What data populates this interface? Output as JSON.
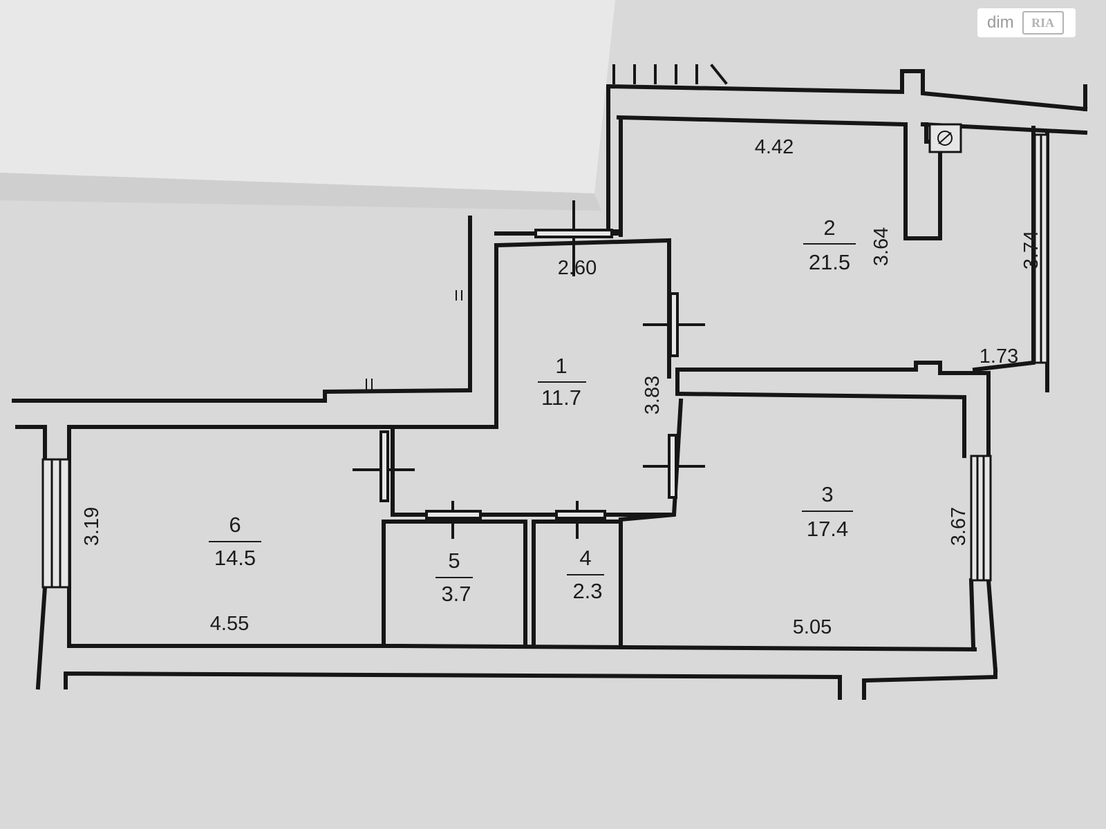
{
  "watermark": {
    "text": "dim",
    "logo_text": "RIA"
  },
  "rooms": [
    {
      "number": "1",
      "area": "11.7"
    },
    {
      "number": "2",
      "area": "21.5"
    },
    {
      "number": "3",
      "area": "17.4"
    },
    {
      "number": "4",
      "area": "2.3"
    },
    {
      "number": "5",
      "area": "3.7"
    },
    {
      "number": "6",
      "area": "14.5"
    }
  ],
  "dimensions": {
    "room1_width": "2.60",
    "room1_height": "3.83",
    "room2_width": "4.42",
    "room2_height": "3.64",
    "room2_height_right": "3.74",
    "room2_notch": "1.73",
    "room3_width": "5.05",
    "room3_height": "3.67",
    "room6_width": "4.55",
    "room6_height": "3.19"
  },
  "colors": {
    "wall": "#161616",
    "paper": "#d9d9d9",
    "paper_light": "#e6e6e6"
  }
}
